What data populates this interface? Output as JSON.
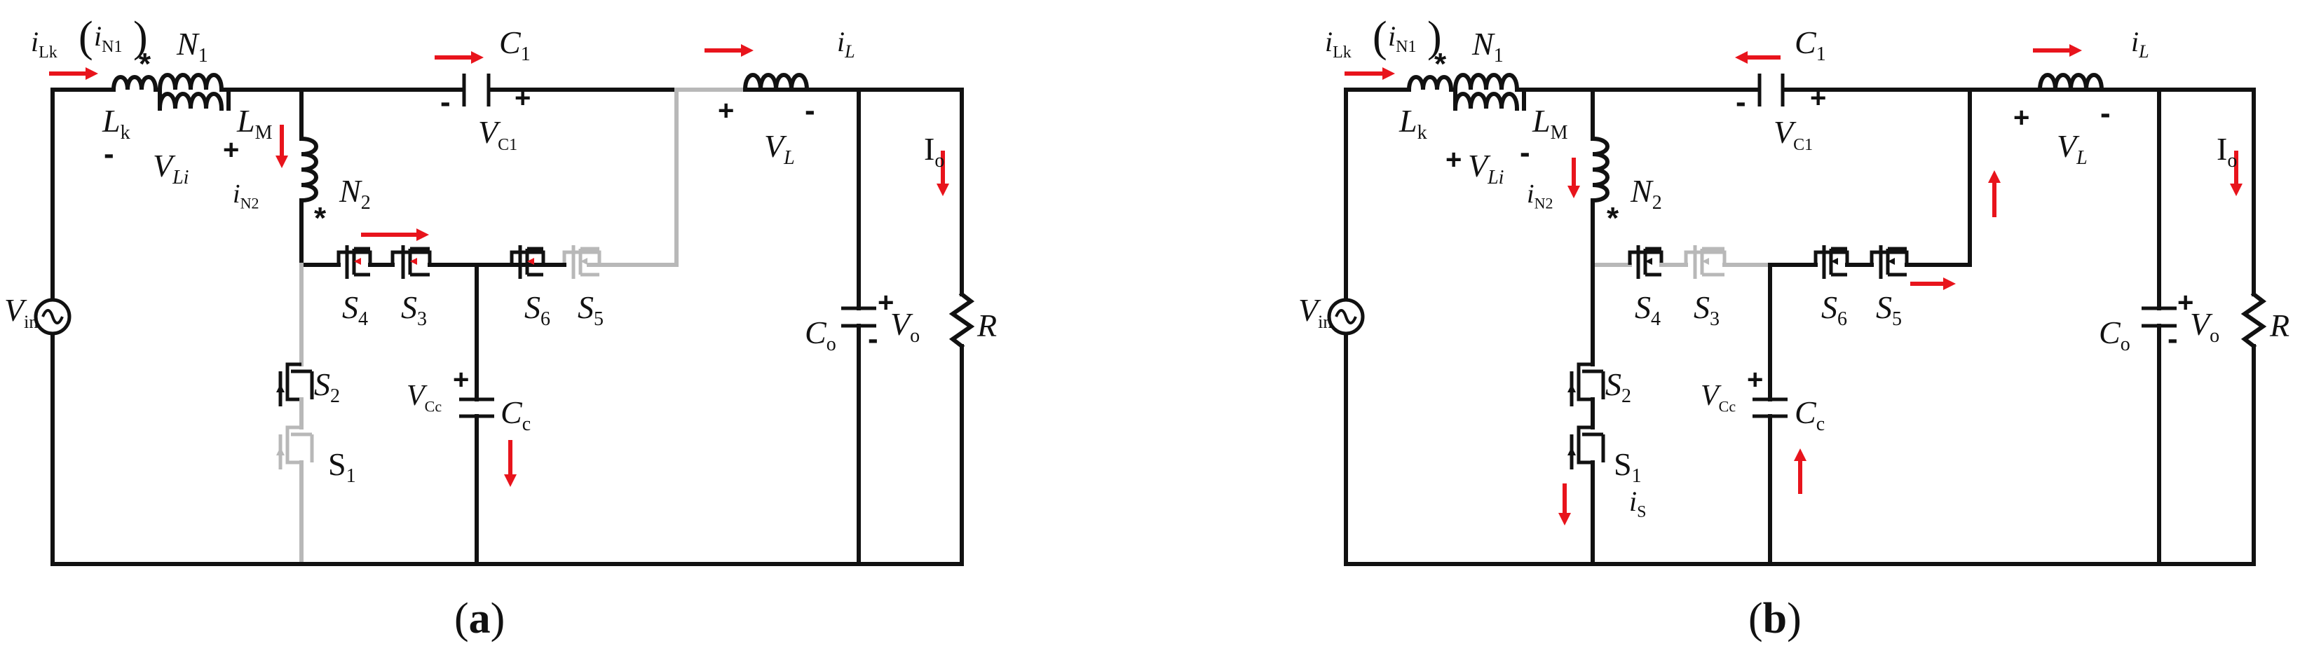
{
  "figure": {
    "panels": [
      {
        "id": "a",
        "caption_open": "(",
        "caption_letter": "a",
        "caption_close": ")",
        "labels": {
          "iLk": "i",
          "iLk_sub": "Lk",
          "iN1_open": "(",
          "iN1": "i",
          "iN1_sub": "N1",
          "iN1_close": ")",
          "N1": "N",
          "N1_sub": "1",
          "Lk": "L",
          "Lk_sub": "k",
          "LM": "L",
          "LM_sub": "M",
          "VLi": "V",
          "VLi_sub": "Li",
          "iN2": "i",
          "iN2_sub": "N2",
          "N2": "N",
          "N2_sub": "2",
          "C1": "C",
          "C1_sub": "1",
          "VC1": "V",
          "VC1_sub": "C1",
          "iL": "i",
          "iL_sub": "L",
          "VL": "V",
          "VL_sub": "L",
          "Io": "I",
          "Io_sub": "o",
          "Vin": "V",
          "Vin_sub": "in",
          "Co": "C",
          "Co_sub": "o",
          "Vo": "V",
          "Vo_sub": "o",
          "R": "R",
          "S1": "S",
          "S1_sub": "1",
          "S2": "S",
          "S2_sub": "2",
          "S3": "S",
          "S3_sub": "3",
          "S4": "S",
          "S4_sub": "4",
          "S5": "S",
          "S5_sub": "5",
          "S6": "S",
          "S6_sub": "6",
          "VCc": "V",
          "VCc_sub": "Cc",
          "Cc": "C",
          "Cc_sub": "c",
          "plus": "+",
          "minus": "-",
          "star": "*"
        }
      },
      {
        "id": "b",
        "caption_open": "(",
        "caption_letter": "b",
        "caption_close": ")",
        "labels": {
          "iLk": "i",
          "iLk_sub": "Lk",
          "iN1_open": "(",
          "iN1": "i",
          "iN1_sub": "N1",
          "iN1_close": ")",
          "N1": "N",
          "N1_sub": "1",
          "Lk": "L",
          "Lk_sub": "k",
          "LM": "L",
          "LM_sub": "M",
          "VLi": "V",
          "VLi_sub": "Li",
          "iN2": "i",
          "iN2_sub": "N2",
          "N2": "N",
          "N2_sub": "2",
          "C1": "C",
          "C1_sub": "1",
          "VC1": "V",
          "VC1_sub": "C1",
          "iL": "i",
          "iL_sub": "L",
          "VL": "V",
          "VL_sub": "L",
          "Io": "I",
          "Io_sub": "o",
          "Vin": "V",
          "Vin_sub": "in",
          "Co": "C",
          "Co_sub": "o",
          "Vo": "V",
          "Vo_sub": "o",
          "R": "R",
          "S1": "S",
          "S1_sub": "1",
          "S2": "S",
          "S2_sub": "2",
          "S3": "S",
          "S3_sub": "3",
          "S4": "S",
          "S4_sub": "4",
          "S5": "S",
          "S5_sub": "5",
          "S6": "S",
          "S6_sub": "6",
          "VCc": "V",
          "VCc_sub": "Cc",
          "Cc": "C",
          "Cc_sub": "c",
          "iS": "i",
          "iS_sub": "S",
          "plus": "+",
          "minus": "-",
          "star": "*"
        }
      }
    ],
    "colors": {
      "wire_active": "#111111",
      "wire_inactive": "#b8b8b8",
      "current_arrow": "#e8141c"
    }
  }
}
